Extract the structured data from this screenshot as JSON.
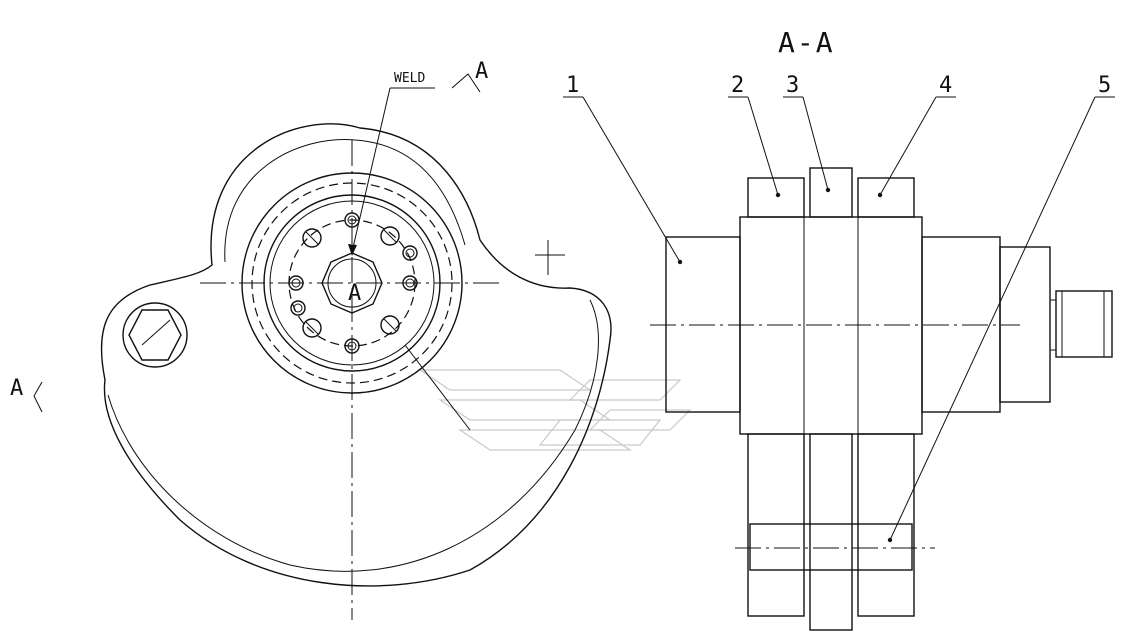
{
  "section_title": "A-A",
  "weld_label": "WELD",
  "view_marks": {
    "top": "A",
    "left": "A",
    "center": "A"
  },
  "callouts": [
    "1",
    "2",
    "3",
    "4",
    "5"
  ]
}
